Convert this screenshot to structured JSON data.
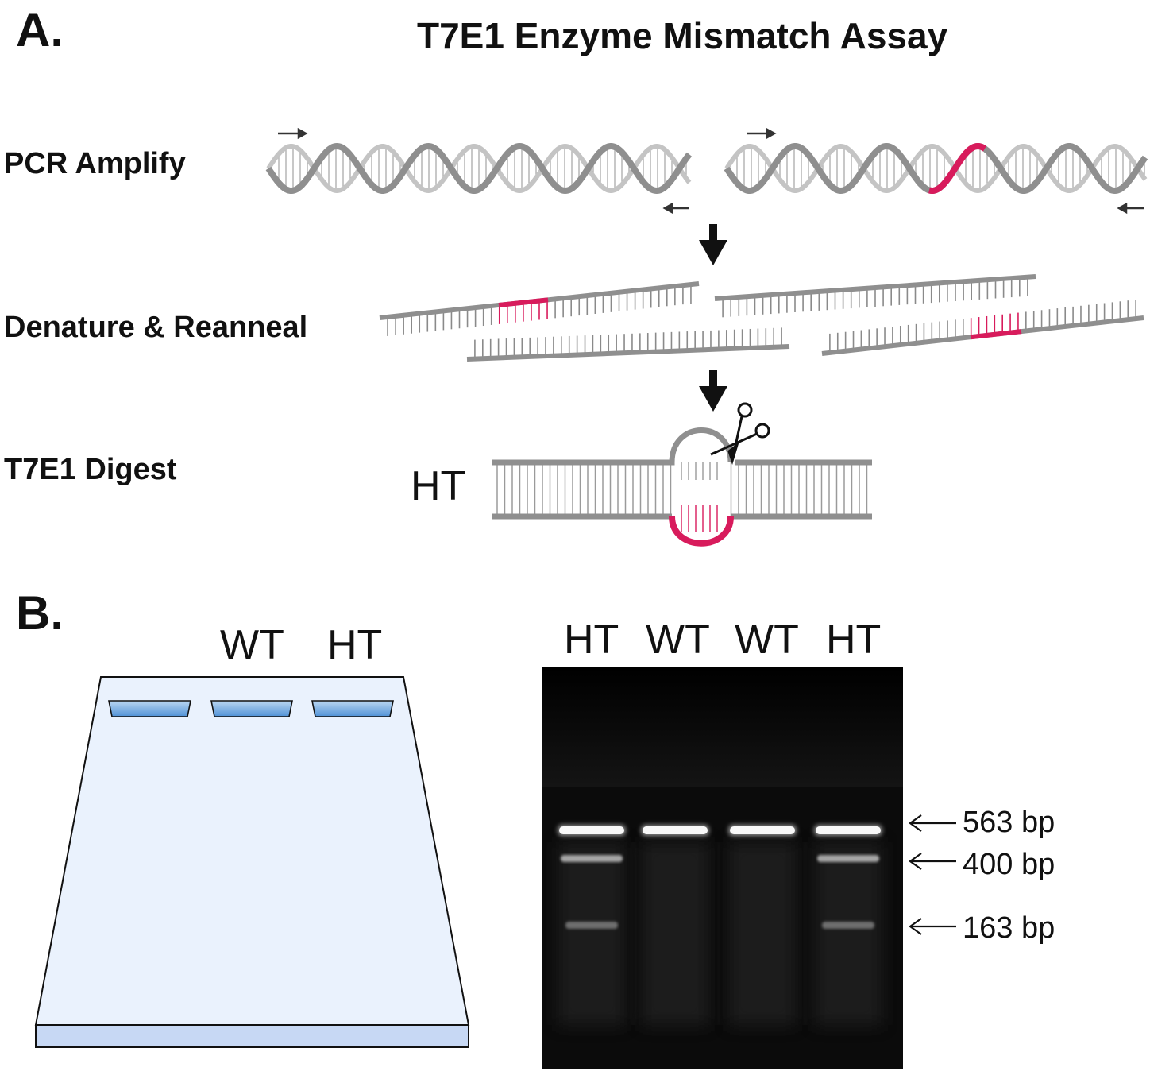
{
  "panel_a": {
    "letter": "A.",
    "title": "T7E1 Enzyme Mismatch Assay",
    "steps": {
      "pcr": "PCR Amplify",
      "denature": "Denature & Reanneal",
      "digest": "T7E1 Digest"
    },
    "heteroduplex_label": "HT"
  },
  "panel_b": {
    "letter": "B.",
    "schematic_lanes": [
      "WT",
      "HT"
    ],
    "gel_lanes": [
      "HT",
      "WT",
      "WT",
      "HT"
    ],
    "band_sizes": [
      "563 bp",
      "400 bp",
      "163 bp"
    ]
  },
  "colors": {
    "dna_gray": "#8f8f8f",
    "mismatch_red": "#d81b5c",
    "gel_blue": "#2f7fd0",
    "gel_background": "#eaf2fd",
    "photo_background": "#0b0b0b"
  }
}
